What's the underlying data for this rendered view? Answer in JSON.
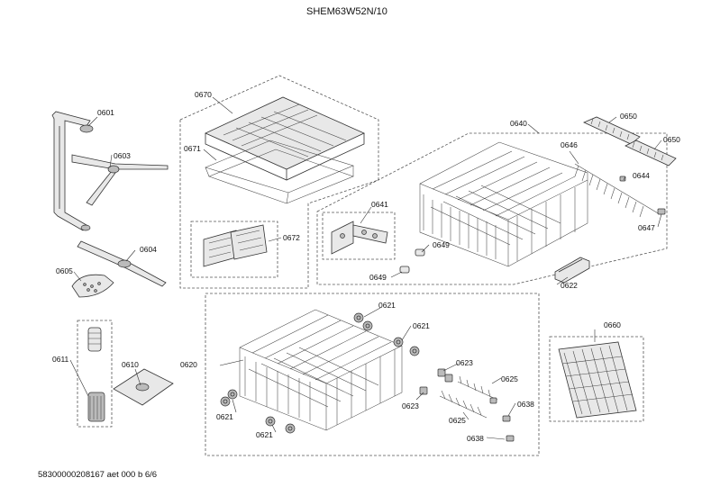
{
  "title": "SHEM63W52N/10",
  "footer": "58300000208167 aet 000 b 6/6",
  "callouts": {
    "c0601": "0601",
    "c0603": "0603",
    "c0604": "0604",
    "c0605": "0605",
    "c0610": "0610",
    "c0611": "0611",
    "c0620": "0620",
    "c0621a": "0621",
    "c0621b": "0621",
    "c0621c": "0621",
    "c0621d": "0621",
    "c0622": "0622",
    "c0623a": "0623",
    "c0623b": "0623",
    "c0625a": "0625",
    "c0625b": "0625",
    "c0638a": "0638",
    "c0638b": "0638",
    "c0640": "0640",
    "c0641": "0641",
    "c0644": "0644",
    "c0646": "0646",
    "c0647": "0647",
    "c0649a": "0649",
    "c0649b": "0649",
    "c0650a": "0650",
    "c0650b": "0650",
    "c0660": "0660",
    "c0670": "0670",
    "c0671": "0671",
    "c0672": "0672"
  }
}
